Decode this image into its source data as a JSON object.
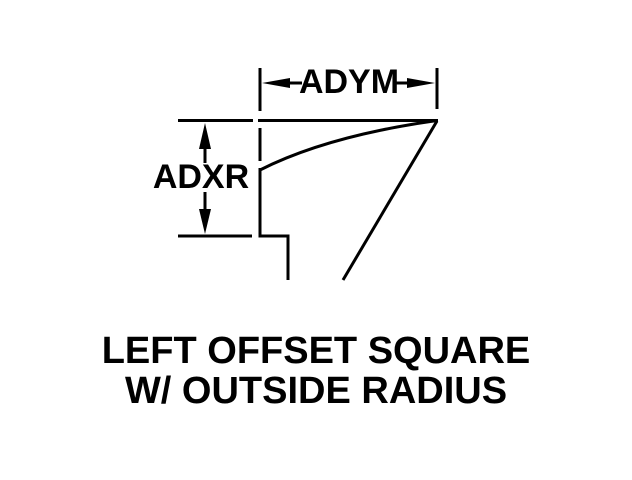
{
  "palette": {
    "line": "#000000",
    "background": "#ffffff"
  },
  "diagram": {
    "horizontal_dimension_label": "ADYM",
    "vertical_dimension_label": "ADXR",
    "title": {
      "line1": "LEFT OFFSET SQUARE",
      "line2": "W/ OUTSIDE RADIUS"
    }
  }
}
